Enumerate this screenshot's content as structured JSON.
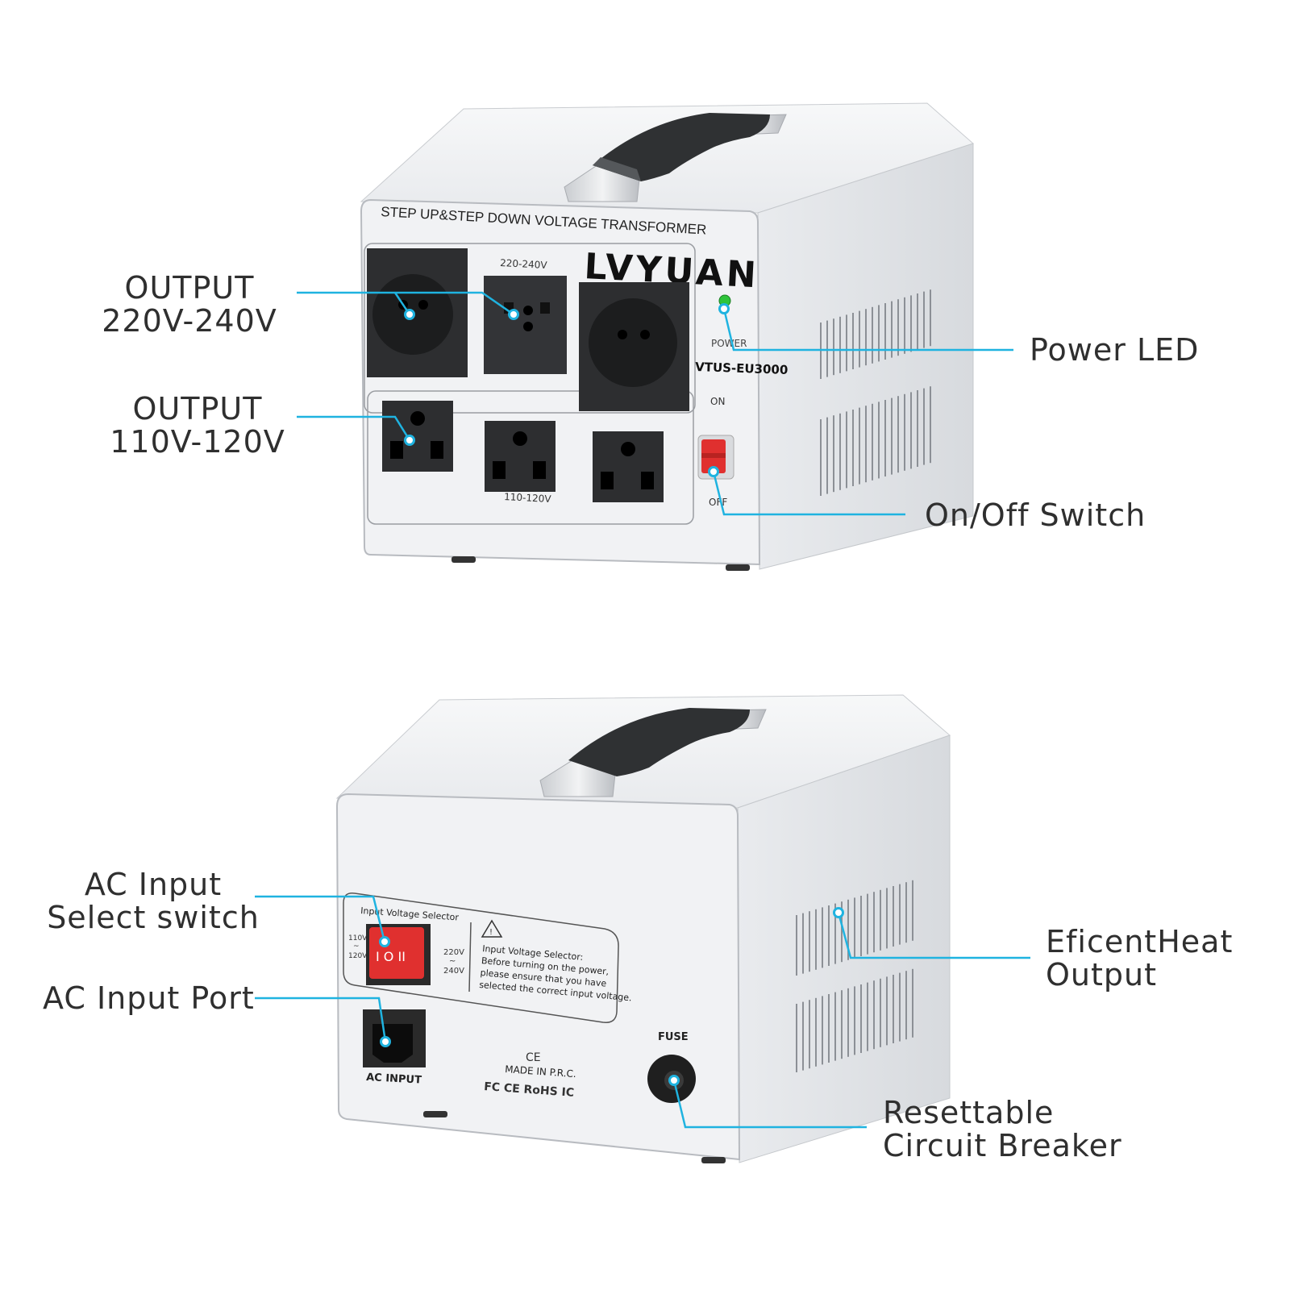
{
  "colors": {
    "callout": "#1fb3e0",
    "body": "#eef0f2",
    "side": "#e3e5e8",
    "socket": "#2b2b2b",
    "switch_red": "#e0302f",
    "led": "#2ec43a"
  },
  "front_unit": {
    "title": "STEP UP&STEP DOWN VOLTAGE TRANSFORMER",
    "brand": "LVYUAN",
    "high_group_label": "220-240V",
    "low_group_label": "110-120V",
    "power_label": "POWER",
    "model": "VTUS-EU3000",
    "on_label": "ON",
    "off_label": "OFF"
  },
  "back_unit": {
    "selector_title": "Input Voltage Selector",
    "low_range": [
      "110V",
      "~",
      "120V"
    ],
    "high_range": [
      "220V",
      "~",
      "240V"
    ],
    "switch_marks": "I O II",
    "warning_lines": [
      "Input Voltage Selector:",
      "Before turning on the power,",
      "please ensure that you have",
      "selected the correct input voltage."
    ],
    "ac_input_label": "AC INPUT",
    "ce_mark": "CE",
    "made_in": "MADE IN P.R.C.",
    "cert_marks": "FC CE RoHS IC",
    "fuse_label": "FUSE"
  },
  "callouts": {
    "output_high": [
      "OUTPUT",
      "220V-240V"
    ],
    "output_low": [
      "OUTPUT",
      "110V-120V"
    ],
    "power_led": "Power LED",
    "on_off": "On/Off Switch",
    "ac_select": [
      "AC Input",
      "Select switch"
    ],
    "ac_port": "AC Input Port",
    "heat": [
      "EficentHeat",
      "Output"
    ],
    "breaker": [
      "Resettable",
      "Circuit Breaker"
    ]
  }
}
